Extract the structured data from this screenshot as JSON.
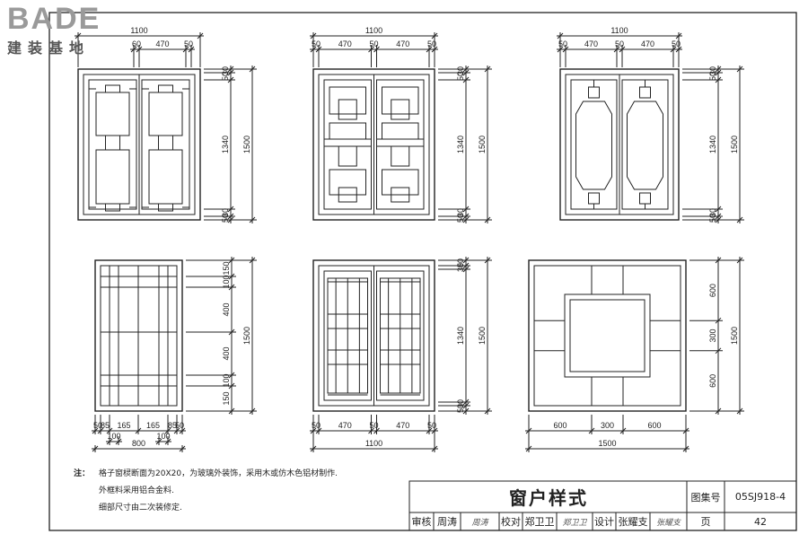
{
  "logo": {
    "main": "BADE",
    "sub": "建装基地"
  },
  "windows": [
    {
      "id": "w1",
      "overall_width": "1100",
      "width_parts": [
        "60",
        "470",
        "50"
      ],
      "height_parts": [
        "30",
        "50",
        "1340",
        "30",
        "50"
      ],
      "overall_height": "1500"
    },
    {
      "id": "w2",
      "overall_width": "1100",
      "width_parts": [
        "50",
        "470",
        "50",
        "470",
        "50"
      ],
      "height_parts": [
        "30",
        "50",
        "1340",
        "30",
        "50"
      ],
      "overall_height": "1500"
    },
    {
      "id": "w3",
      "overall_width": "1100",
      "width_parts": [
        "50",
        "470",
        "50",
        "470",
        "50"
      ],
      "height_parts": [
        "30",
        "50",
        "1340",
        "30",
        "50"
      ],
      "overall_height": "1500"
    },
    {
      "id": "w4",
      "width_parts": [
        "50",
        "85",
        "165",
        "165",
        "85",
        "50"
      ],
      "width_sub": [
        "100",
        "100"
      ],
      "overall_width": "800",
      "height_parts": [
        "150",
        "100",
        "400",
        "400",
        "100",
        "150"
      ],
      "overall_height": "1500"
    },
    {
      "id": "w5",
      "width_parts": [
        "50",
        "470",
        "50",
        "470",
        "50"
      ],
      "overall_width": "1100",
      "height_parts": [
        "50",
        "30",
        "1340",
        "30",
        "50"
      ],
      "overall_height": "1500"
    },
    {
      "id": "w6",
      "width_parts": [
        "600",
        "300",
        "600"
      ],
      "overall_width": "1500",
      "height_parts": [
        "600",
        "300",
        "600"
      ],
      "overall_height": "1500"
    }
  ],
  "notes": {
    "label": "注：",
    "lines": [
      "格子窗棂断面为20X20，为玻璃外装饰，采用木或仿木色铝材制作.",
      "外框料采用铝合金料.",
      "细部尺寸由二次装修定."
    ]
  },
  "title_block": {
    "title": "窗户样式",
    "atlas_label": "图集号",
    "atlas_no": "05SJ918-4",
    "review_label": "审核",
    "reviewer": "周涛",
    "reviewer_sig": "周涛",
    "check_label": "校对",
    "checker": "郑卫卫",
    "checker_sig": "郑卫卫",
    "design_label": "设计",
    "designer": "张耀支",
    "designer_sig": "张耀支",
    "page_label": "页",
    "page_no": "42"
  }
}
